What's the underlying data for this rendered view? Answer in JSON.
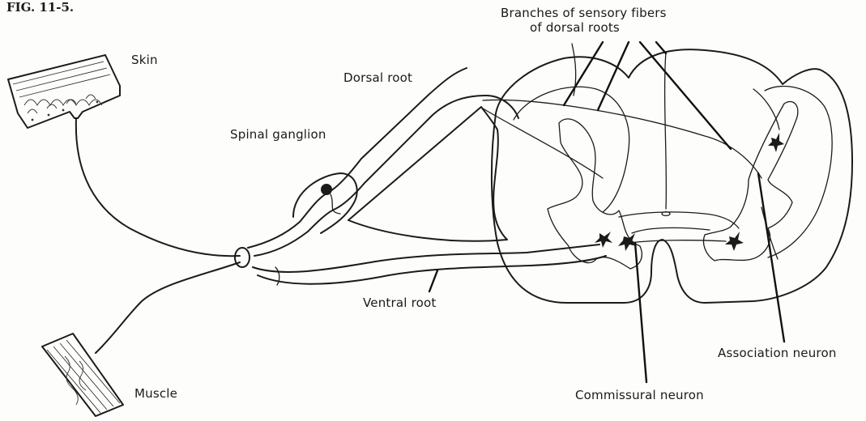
{
  "figure": {
    "caption_fragment": "FIG. 11-5."
  },
  "labels": {
    "branches": "Branches of sensory fibers",
    "dorsal_roots": "of dorsal roots",
    "skin": "Skin",
    "dorsal_root": "Dorsal root",
    "spinal_ganglion": "Spinal ganglion",
    "ventral_root": "Ventral root",
    "muscle": "Muscle",
    "commissural_neuron": "Commissural neuron",
    "association_neuron": "Association neuron"
  }
}
